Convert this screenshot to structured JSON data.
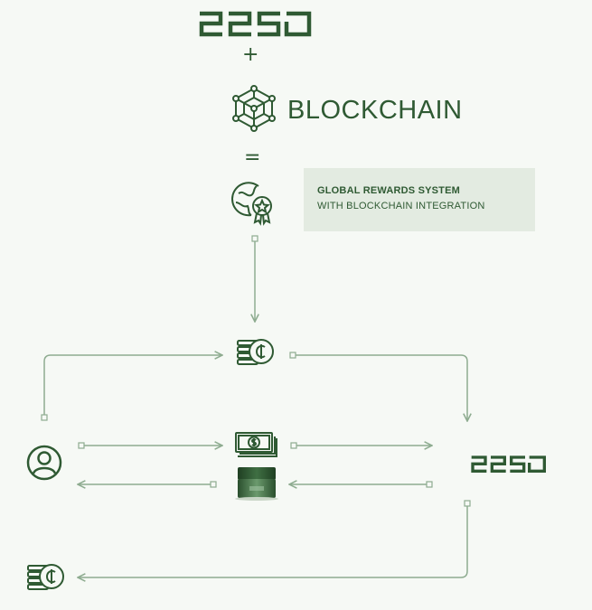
{
  "brand": {
    "logo_top": "2250",
    "logo_right": "2250"
  },
  "operators": {
    "plus": "+",
    "equals": "="
  },
  "blockchain": {
    "label": "BLOCKCHAIN"
  },
  "callout": {
    "title": "GLOBAL REWARDS SYSTEM",
    "subtitle": "WITH BLOCKCHAIN INTEGRATION"
  },
  "colors": {
    "primary": "#2f5a33",
    "connector": "#8eac90",
    "background": "#f6f9f5",
    "callout_bg": "#e3ebe1"
  },
  "icons": {
    "rewards": "globe-award-icon",
    "token": "coin-stack-icon",
    "user": "user-icon",
    "cash": "cash-stack-icon",
    "product": "product-jar-icon",
    "blockchain": "blockchain-cube-icon"
  }
}
